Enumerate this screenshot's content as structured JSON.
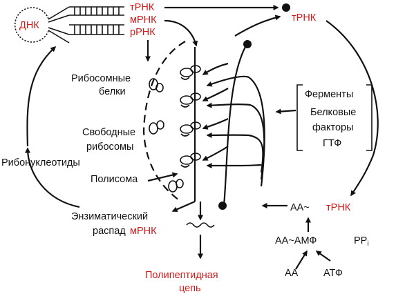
{
  "labels": {
    "dna": "ДНК",
    "trna_top": "тРНК",
    "mrna_top": "мРНК",
    "rrna_top": "рРНК",
    "trna_right": "тРНК",
    "ribosomal_proteins_1": "Рибосомные",
    "ribosomal_proteins_2": "белки",
    "free_ribosomes_1": "Свободные",
    "free_ribosomes_2": "рибосомы",
    "ribonucleotides": "Рибонуклеотиды",
    "polysome": "Полисома",
    "enzymatic_decay_1": "Энзиматический",
    "enzymatic_decay_2": "распад",
    "enzymatic_decay_mrna": "мРНК",
    "polypeptide_1": "Полипептидная",
    "polypeptide_2": "цепь",
    "enzymes": "Ферменты",
    "protein_factors_1": "Белковые",
    "protein_factors_2": "факторы",
    "gtp": "ГТФ",
    "aa_trna_prefix": "АА~",
    "aa_trna_suffix": "тРНК",
    "aa_amp": "АА~АМФ",
    "pp": "РР",
    "pp_sub": "i",
    "aa": "АА",
    "atp": "АТФ"
  },
  "colors": {
    "accent_red": "#d11a1a",
    "ink": "#111111"
  }
}
